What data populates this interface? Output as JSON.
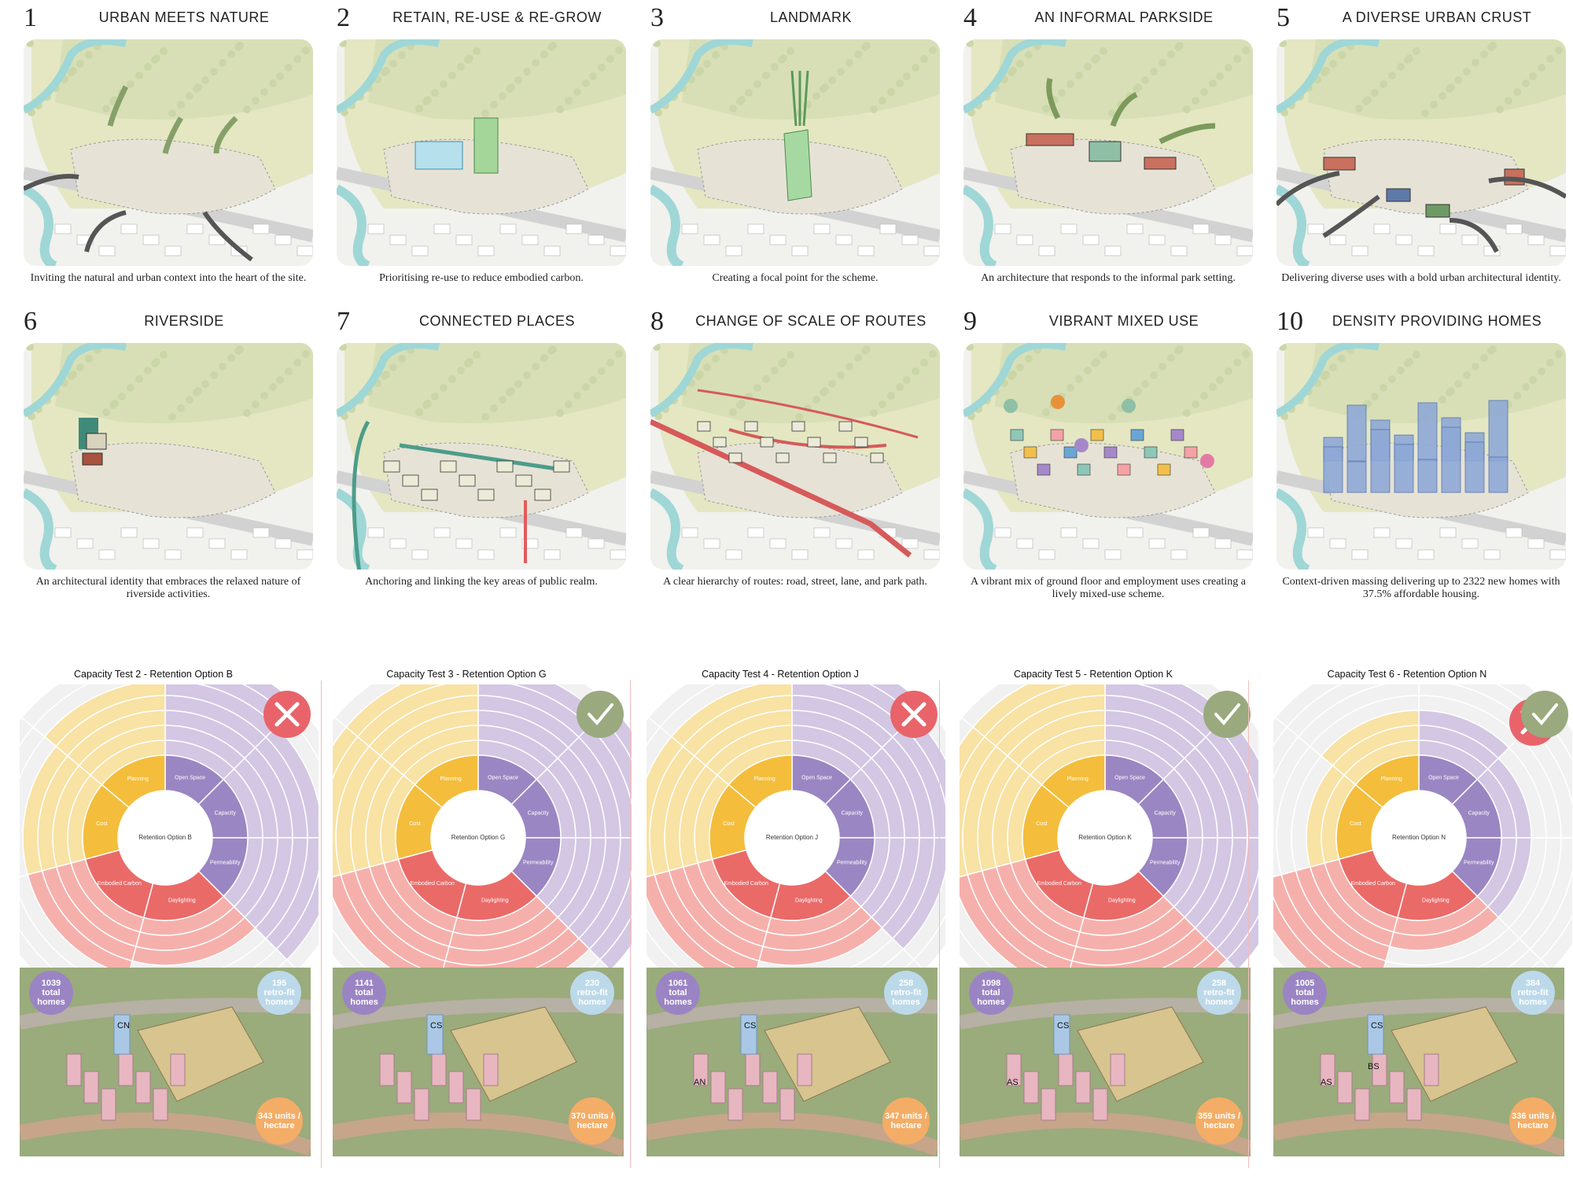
{
  "panels": [
    {
      "number": "1",
      "title": "URBAN MEETS NATURE",
      "caption": "Inviting the natural and urban context into the heart of the site."
    },
    {
      "number": "2",
      "title": "RETAIN, RE-USE & RE-GROW",
      "caption": "Prioritising re-use to reduce embodied carbon."
    },
    {
      "number": "3",
      "title": "LANDMARK",
      "caption": "Creating a focal point for the scheme."
    },
    {
      "number": "4",
      "title": "AN INFORMAL PARKSIDE",
      "caption": "An architecture that responds to the informal park setting."
    },
    {
      "number": "5",
      "title": "A DIVERSE URBAN CRUST",
      "caption": "Delivering diverse uses with a bold urban architectural identity."
    },
    {
      "number": "6",
      "title": "RIVERSIDE",
      "caption": "An architectural identity that embraces the relaxed nature of riverside activities."
    },
    {
      "number": "7",
      "title": "CONNECTED PLACES",
      "caption": "Anchoring and linking the key areas of public realm."
    },
    {
      "number": "8",
      "title": "CHANGE OF SCALE OF ROUTES",
      "caption": "A clear hierarchy of routes: road, street, lane, and park path."
    },
    {
      "number": "9",
      "title": "VIBRANT MIXED USE",
      "caption": "A vibrant mix of ground floor and employment uses creating a lively mixed-use scheme."
    },
    {
      "number": "10",
      "title": "DENSITY PROVIDING HOMES",
      "caption": "Context-driven massing delivering up to 2322 new homes with 37.5% affordable housing."
    }
  ],
  "wheel_labels": {
    "planning": "Planning",
    "open_space": "Open Space",
    "capacity": "Capacity",
    "permeability": "Permeability",
    "daylighting": "Daylighting",
    "embodied_carbon": "Embodied Carbon",
    "cost": "Cost"
  },
  "colors": {
    "yellow": "#f4bd3c",
    "purple": "#9a86c2",
    "red": "#ea6a68",
    "yellow_outer": "#f8e2a4",
    "purple_outer": "#d3c7e4",
    "red_outer": "#f6b0ab",
    "reject": "#e8646a",
    "accept": "#9aa97e"
  },
  "chart_data": [
    {
      "type": "radial",
      "title": "Capacity Test 2 - Retention Option B",
      "center": "Retention Option B",
      "status": "reject",
      "segments": {
        "planning": 5,
        "open_space": 7,
        "capacity": 5,
        "permeability": 6,
        "daylighting": 3,
        "embodied_carbon": 4,
        "cost": 4
      },
      "total_homes": "1039",
      "retrofit_homes": "195",
      "density": "343 units / hectare",
      "label": "CN"
    },
    {
      "type": "radial",
      "title": "Capacity Test 3 - Retention Option G",
      "center": "Retention Option G",
      "status": "accept",
      "segments": {
        "planning": 6,
        "open_space": 6,
        "capacity": 7,
        "permeability": 7,
        "daylighting": 5,
        "embodied_carbon": 5,
        "cost": 6
      },
      "total_homes": "1141",
      "retrofit_homes": "230",
      "density": "370 units / hectare",
      "label": "CS"
    },
    {
      "type": "radial",
      "title": "Capacity Test 4 - Retention Option J",
      "center": "Retention Option J",
      "status": "reject",
      "segments": {
        "planning": 5,
        "open_space": 7,
        "capacity": 6,
        "permeability": 5,
        "daylighting": 3,
        "embodied_carbon": 5,
        "cost": 5
      },
      "total_homes": "1061",
      "retrofit_homes": "258",
      "density": "347 units / hectare",
      "label": "CS",
      "label2": "AN"
    },
    {
      "type": "radial",
      "title": "Capacity Test 5 - Retention Option K",
      "center": "Retention Option K",
      "status": "accept",
      "segments": {
        "planning": 6,
        "open_space": 6,
        "capacity": 6,
        "permeability": 7,
        "daylighting": 6,
        "embodied_carbon": 5,
        "cost": 6
      },
      "total_homes": "1098",
      "retrofit_homes": "258",
      "density": "359 units / hectare",
      "label": "CS",
      "label2": "AS"
    },
    {
      "type": "radial",
      "title": "Capacity Test 6 - Retention Option N",
      "center": "Retention Option N",
      "status": "both",
      "segments": {
        "planning": 3,
        "open_space": 3,
        "capacity": 2,
        "permeability": 2,
        "daylighting": 2,
        "embodied_carbon": 6,
        "cost": 2
      },
      "total_homes": "1005",
      "retrofit_homes": "384",
      "density": "336 units / hectare",
      "label": "CS",
      "label2": "AS",
      "label3": "BS"
    }
  ],
  "badges": {
    "total": "total homes",
    "retrofit": "retro-fit homes"
  }
}
